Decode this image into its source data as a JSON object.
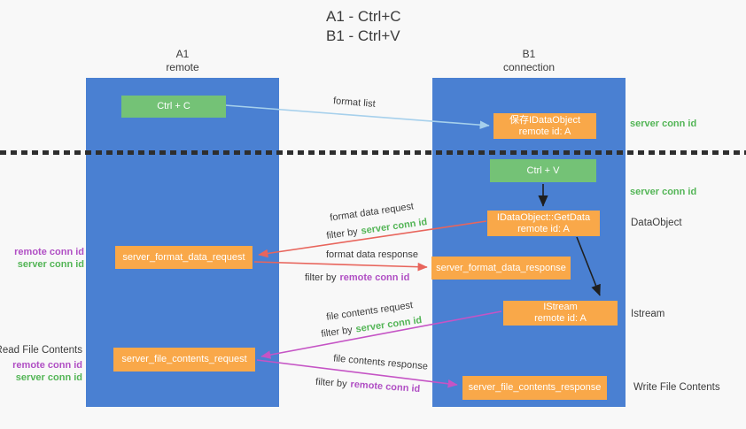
{
  "title": {
    "line1": "A1 - Ctrl+C",
    "line2": "B1 - Ctrl+V"
  },
  "columns": {
    "left": {
      "name": "A1",
      "subtitle": "remote"
    },
    "right": {
      "name": "B1",
      "subtitle": "connection"
    }
  },
  "nodes": {
    "ctrl_c": {
      "label": "Ctrl + C"
    },
    "ctrl_v": {
      "label": "Ctrl + V"
    },
    "save_dataobject": {
      "line1": "保存IDataObject",
      "line2": "remote id: A"
    },
    "getdata": {
      "line1": "IDataObject::GetData",
      "line2": "remote id: A"
    },
    "istream": {
      "line1": "IStream",
      "line2": "remote id: A"
    },
    "format_request": {
      "label": "server_format_data_request"
    },
    "format_response": {
      "label": "server_format_data_response"
    },
    "file_request": {
      "label": "server_file_contents_request"
    },
    "file_response": {
      "label": "server_file_contents_response"
    }
  },
  "flows": {
    "format_list": {
      "label": "format list"
    },
    "format_request": {
      "label": "format data request",
      "filter_prefix": "filter by",
      "filter_value": "server conn id"
    },
    "format_response": {
      "label": "format data response",
      "filter_prefix": "filter by",
      "filter_value": "remote conn id"
    },
    "file_request": {
      "label": "file contents request",
      "filter_prefix": "filter by",
      "filter_value": "server conn id"
    },
    "file_response": {
      "label": "file contents response",
      "filter_prefix": "filter by",
      "filter_value": "remote conn id"
    }
  },
  "left_annotations": {
    "format_group": {
      "remote": "remote conn id",
      "server": "server conn id"
    },
    "read_title": "Read File Contents",
    "file_group": {
      "remote": "remote conn id",
      "server": "server conn id"
    }
  },
  "right_annotations": {
    "save_conn": "server conn id",
    "paste_conn": "server conn id",
    "dataobject": "DataObject",
    "istream": "Istream",
    "write_file": "Write File Contents"
  },
  "colors": {
    "background": "#f8f8f8",
    "column_blue": "#4a80d2",
    "green_box": "#74c276",
    "orange_box": "#f9a849",
    "green_text": "#53b556",
    "purple_text": "#b04fc4",
    "red_arrow": "#e8655c",
    "magenta_arrow": "#c554c5",
    "light_blue_arrow": "#a6d0ec",
    "black_arrow": "#1f1f1f",
    "dark_text": "#3b3b3b"
  }
}
